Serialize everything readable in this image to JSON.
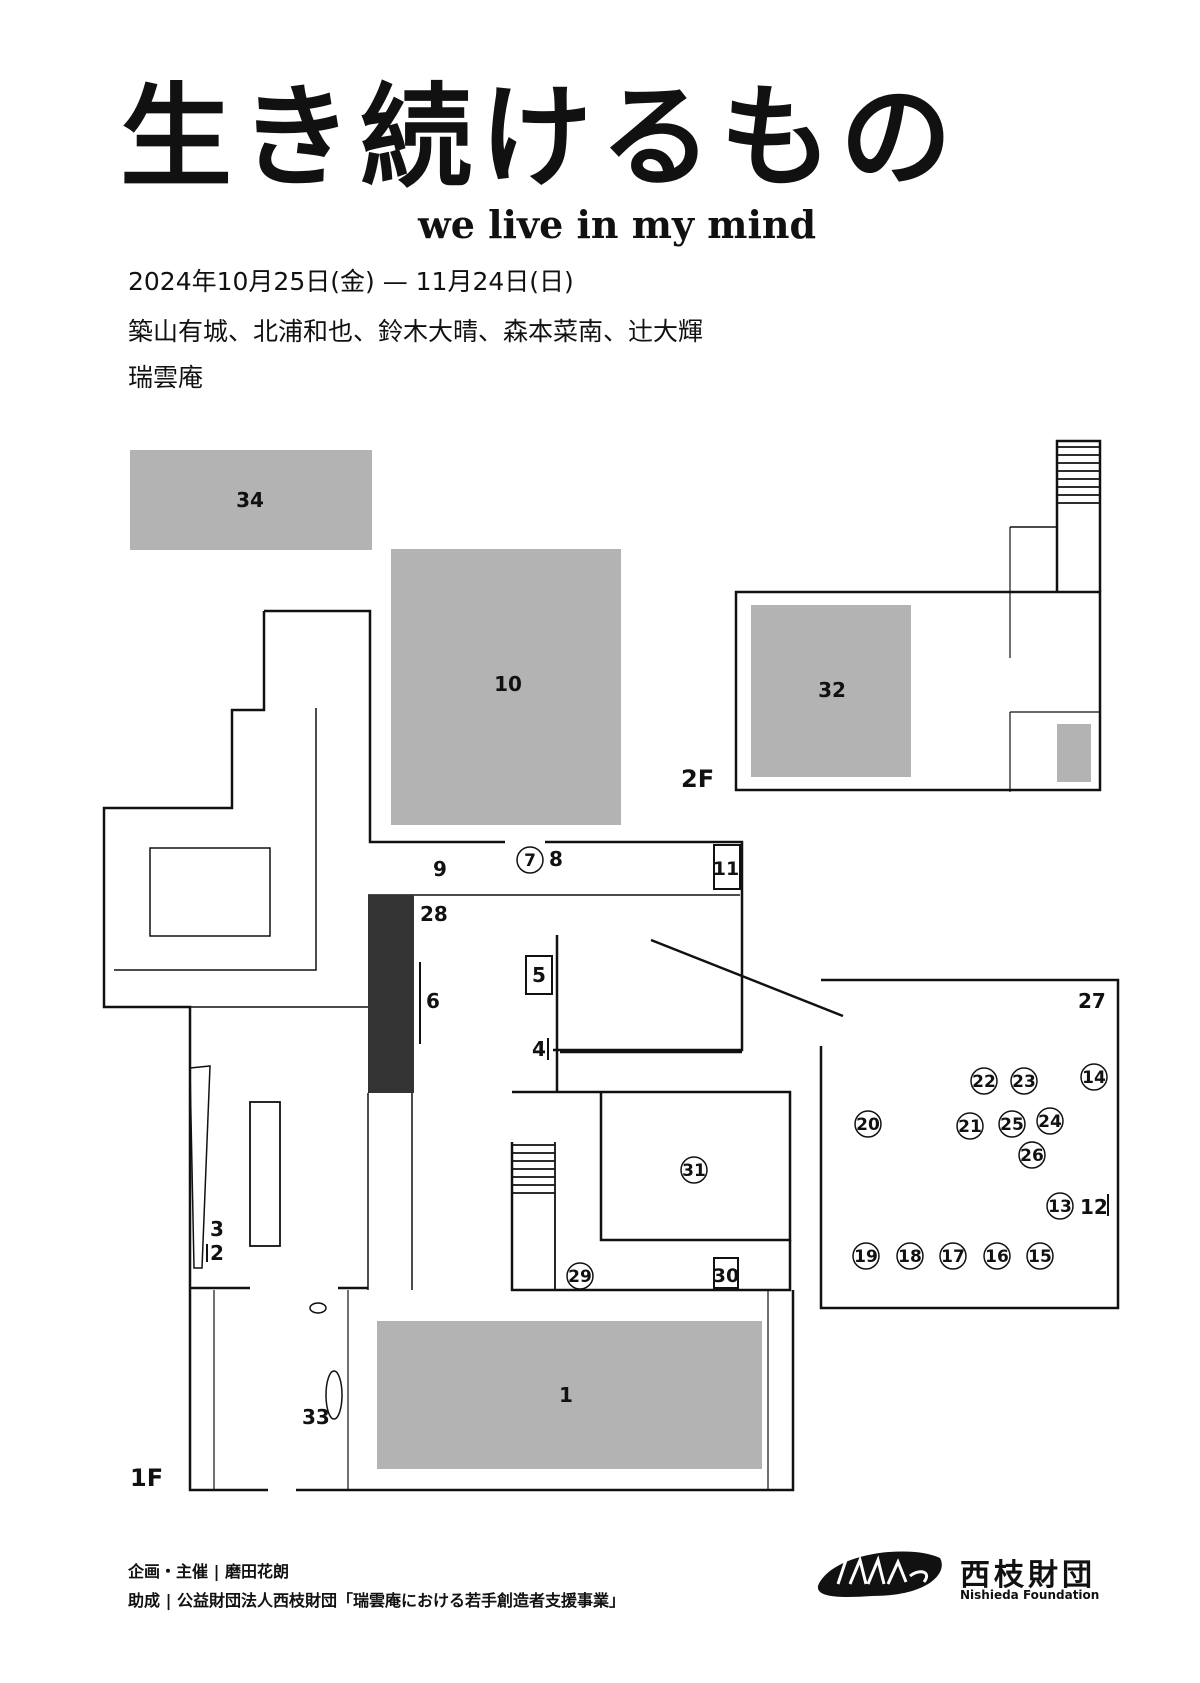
{
  "header": {
    "title": "生き続けるもの",
    "subtitle": "we live in my mind",
    "dates": "2024年10月25日(金) — 11月24日(日)",
    "artists": "築山有城、北浦和也、鈴木大晴、森本菜南、辻大輝",
    "venue": "瑞雲庵"
  },
  "floor_plan": {
    "floor_1f": "1F",
    "floor_2f": "2F",
    "rooms": {
      "r1": "1",
      "r10": "10",
      "r32": "32",
      "r34": "34"
    },
    "labels": {
      "l2": "2",
      "l3": "3",
      "l4": "4",
      "l5": "5",
      "l6": "6",
      "l8": "8",
      "l9": "9",
      "l11": "11",
      "l12": "12",
      "l27": "27",
      "l28": "28",
      "l30": "30",
      "l33": "33"
    },
    "circled": {
      "c7": "7",
      "c13": "13",
      "c14": "14",
      "c15": "15",
      "c16": "16",
      "c17": "17",
      "c18": "18",
      "c19": "19",
      "c20": "20",
      "c21": "21",
      "c22": "22",
      "c23": "23",
      "c24": "24",
      "c25": "25",
      "c26": "26",
      "c29": "29",
      "c31": "31"
    }
  },
  "footer": {
    "organizer": "企画・主催 | 磨田花朗",
    "support": "助成 | 公益財団法人西枝財団「瑞雲庵における若手創造者支援事業」"
  },
  "logo": {
    "name": "西枝財団",
    "name_en": "Nishieda Foundation"
  },
  "colors": {
    "room_fill": "#b3b3b3",
    "dark_fill": "#333333",
    "line": "#111111"
  }
}
